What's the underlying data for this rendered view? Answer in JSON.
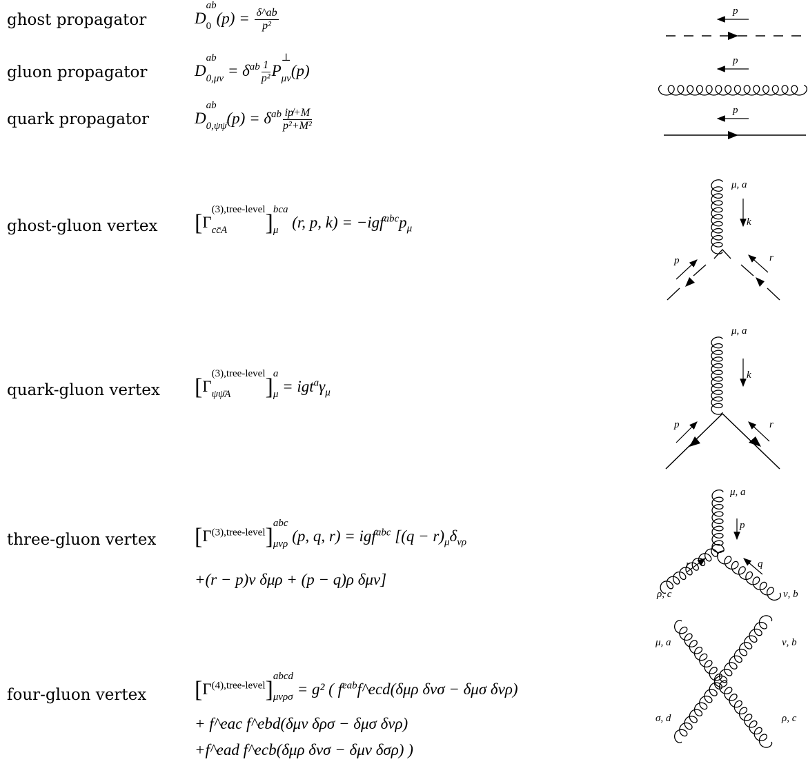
{
  "rows": [
    {
      "label": "ghost propagator",
      "formula": {
        "lhs": "D",
        "sup": "ab",
        "sub": "0",
        "arg": "(p) = ",
        "num": "δ^ab",
        "den": "p²"
      }
    },
    {
      "label": "gluon propagator",
      "formula": {
        "lhs": "D",
        "sup": "ab",
        "sub": "0,μν",
        "rhs_pre": " = δ",
        "rhs_sup": "ab",
        "num": "1",
        "den": "p²",
        "rhs_post": "P",
        "post_sup": "⊥",
        "post_sub": "μν",
        "post_arg": "(p)"
      }
    },
    {
      "label": "quark propagator",
      "formula": {
        "lhs": "D",
        "sup": "ab",
        "sub": "0,ψψ̄",
        "arg": "(p) = δ",
        "rhs_sup": "ab",
        "num": "ip̸+M",
        "den": "p²+M²"
      }
    },
    {
      "label": "ghost-gluon vertex",
      "formula": {
        "gamma": "Γ",
        "gsup": "(3),tree-level",
        "gsub": "cc̄A",
        "outer_sup": "bca",
        "outer_sub": "μ",
        "rest": " (r, p, k) = −igf",
        "rest_sup": "abc",
        "rest_end": "p",
        "rest_end_sub": "μ"
      }
    },
    {
      "label": "quark-gluon vertex",
      "formula": {
        "gamma": "Γ",
        "gsup": "(3),tree-level",
        "gsub": "ψψ̄A",
        "outer_sup": "a",
        "outer_sub": "μ",
        "rest": " = igt",
        "rest_sup": "a",
        "rest_end": "γ",
        "rest_end_sub": "μ"
      }
    },
    {
      "label": "three-gluon vertex",
      "formula": {
        "gamma": "Γ",
        "gsup": "(3),tree-level",
        "outer_sup": "abc",
        "outer_sub": "μνρ",
        "rest": " (p, q, r) = igf",
        "rest_sup": "abc",
        "rest_end": " [(q − r)",
        "rest_end_sub": "μ",
        "rest_tail": "δ",
        "rest_tail_sub": "νρ",
        "line2": "+(r − p)ν δμρ + (p − q)ρ δμν]"
      }
    },
    {
      "label": "four-gluon vertex",
      "formula": {
        "gamma": "Γ",
        "gsup": "(4),tree-level",
        "outer_sup": "abcd",
        "outer_sub": "μνρσ",
        "rest": " = g² ( f",
        "rest_sup": "eab",
        "line1_tail": "f^ecd(δμρ δνσ − δμσ δνρ)",
        "line2": "+ f^eac f^ebd(δμν δρσ − δμσ δνρ)",
        "line3": "+f^ead f^ecb(δμρ δνσ − δμν δσρ) )"
      }
    }
  ],
  "diagram_labels": {
    "momentum_p": "p",
    "momentum_k": "k",
    "momentum_r": "r",
    "momentum_q": "q",
    "mu_a": "μ, a",
    "nu_b": "ν, b",
    "rho_c": "ρ, c",
    "sigma_d": "σ, d"
  }
}
